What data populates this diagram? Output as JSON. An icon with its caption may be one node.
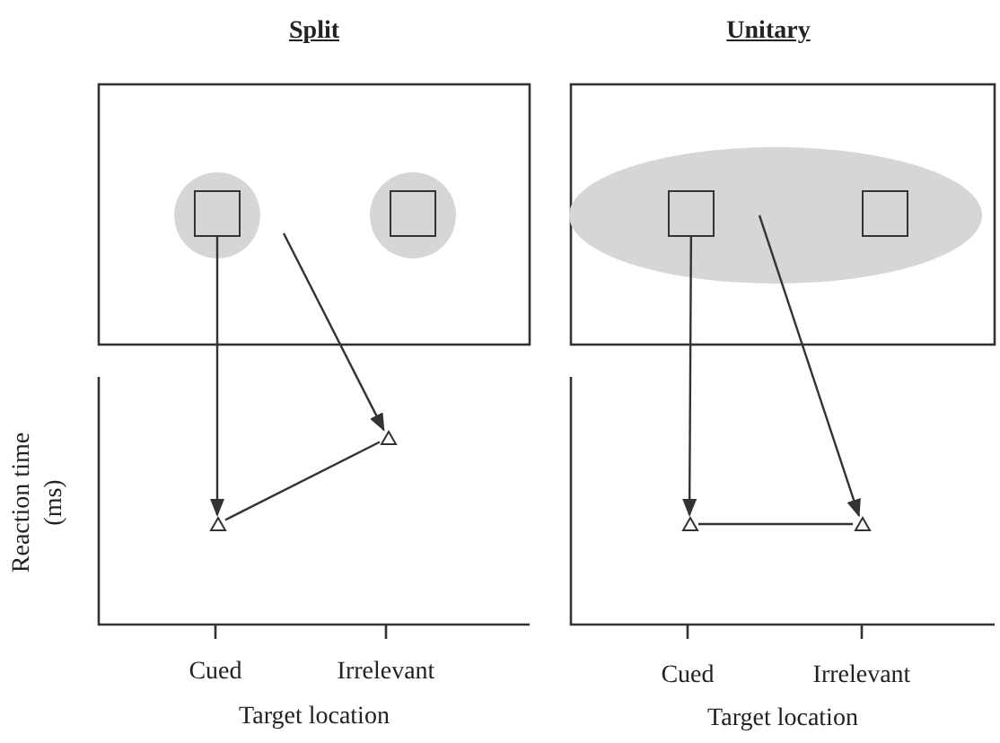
{
  "diagram": {
    "nodes": [
      {
        "text": [],
        "shape": "box"
      },
      {
        "text": [],
        "shape": "box"
      },
      {
        "text": [],
        "shape": "box"
      },
      {
        "text": [],
        "shape": "box"
      },
      {
        "text": [],
        "shape": "triangle"
      },
      {
        "text": [],
        "shape": "triangle"
      },
      {
        "text": [],
        "shape": "triangle"
      },
      {
        "text": [],
        "shape": "triangle"
      }
    ],
    "edges": [
      {
        "from": 0,
        "to": 5,
        "arrow": "to"
      },
      {
        "from": null,
        "to": 4,
        "arrow": "to"
      },
      {
        "from": 5,
        "to": 4,
        "arrow": "none"
      },
      {
        "from": 2,
        "to": 6,
        "arrow": "to"
      },
      {
        "from": null,
        "to": 7,
        "arrow": "to"
      },
      {
        "from": 6,
        "to": 7,
        "arrow": "none"
      }
    ],
    "labels": [
      "Split",
      "Unitary",
      "Reaction time (ms)",
      "Cued",
      "Irrelevant",
      "Cued",
      "Irrelevant",
      "Target location",
      "Target location"
    ]
  }
}
